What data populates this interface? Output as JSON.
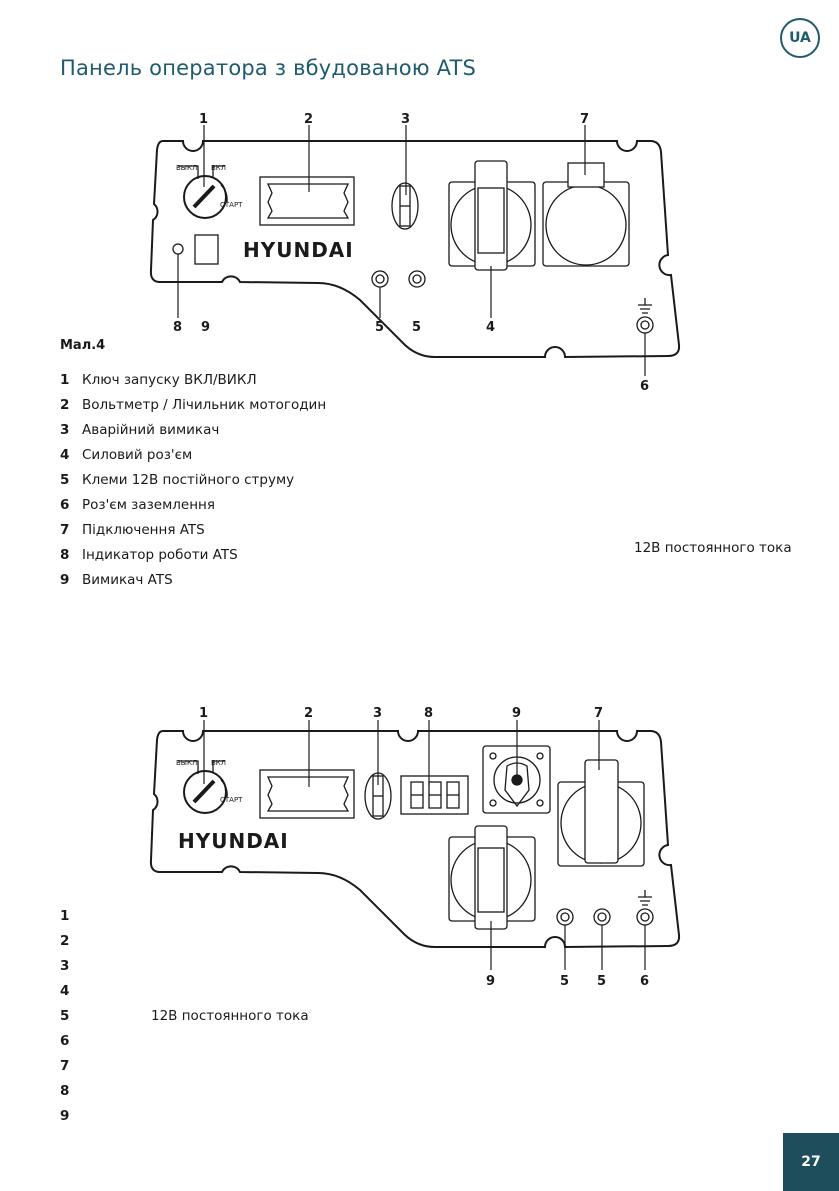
{
  "header": {
    "title": "Панель оператора з вбудованою ATS",
    "lang_badge": "UA"
  },
  "figure1": {
    "label": "Мал.4",
    "brand": "HYUNDAI",
    "switch_off": "ВЫКЛ",
    "switch_on": "ВКЛ",
    "switch_start": "СТАРТ",
    "callouts_top": [
      "1",
      "2",
      "3",
      "7"
    ],
    "callouts_bottom": [
      "8",
      "9",
      "5",
      "5",
      "4",
      "6"
    ]
  },
  "legend1": [
    {
      "num": "1",
      "text": "Ключ запуску ВКЛ/ВИКЛ"
    },
    {
      "num": "2",
      "text": "Вольтметр / Лічильник мотогодин"
    },
    {
      "num": "3",
      "text": "Аварійний вимикач"
    },
    {
      "num": "4",
      "text": "Силовий роз'єм"
    },
    {
      "num": "5",
      "text": "Клеми 12В постійного струму"
    },
    {
      "num": "6",
      "text": "Роз'єм заземлення"
    },
    {
      "num": "7",
      "text": "Підключення ATS"
    },
    {
      "num": "8",
      "text": "Індикатор роботи ATS"
    },
    {
      "num": "9",
      "text": "Вимикач ATS"
    }
  ],
  "side_note_1": "12В постоянного тока",
  "figure2": {
    "brand": "HYUNDAI",
    "switch_off": "ВЫКЛ",
    "switch_on": "ВКЛ",
    "switch_start": "СТАРТ",
    "callouts_top": [
      "1",
      "2",
      "3",
      "8",
      "9",
      "7"
    ],
    "callouts_bottom": [
      "9",
      "5",
      "5",
      "6"
    ]
  },
  "legend2": {
    "nums": [
      "1",
      "2",
      "3",
      "4",
      "5",
      "6",
      "7",
      "8",
      "9"
    ],
    "note_5": "12В постоянного тока"
  },
  "footer": {
    "page_number": "27"
  }
}
